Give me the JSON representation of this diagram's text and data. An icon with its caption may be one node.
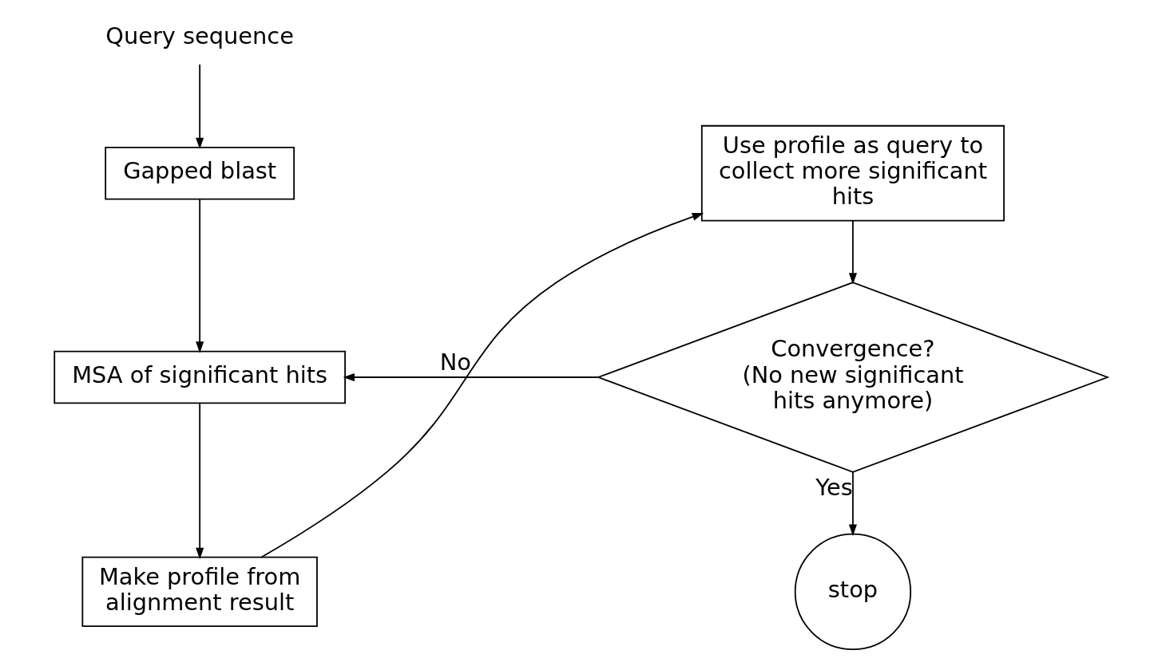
{
  "diagram": {
    "nodes": [
      {
        "text": [
          "Query sequence"
        ]
      },
      {
        "text": [
          "Gapped blast"
        ]
      },
      {
        "text": [
          "MSA of significant hits"
        ]
      },
      {
        "text": [
          "Make profile from alignment result"
        ]
      },
      {
        "text": [
          "Use profile as query to collect more significant hits"
        ]
      },
      {
        "text": [
          "Convergence?",
          "(No new significant hits anymore)"
        ]
      },
      {
        "text": [
          "stop"
        ]
      }
    ],
    "edges": [
      {
        "from": 0,
        "to": 1,
        "arrow": "to"
      },
      {
        "from": 1,
        "to": 2,
        "arrow": "to"
      },
      {
        "from": 2,
        "to": 3,
        "arrow": "to"
      },
      {
        "from": 3,
        "to": 4,
        "arrow": "to"
      },
      {
        "from": 4,
        "to": 5,
        "arrow": "to"
      },
      {
        "from": 5,
        "to": 2,
        "arrow": "to",
        "label": "No"
      },
      {
        "from": 5,
        "to": 6,
        "arrow": "to",
        "label": "Yes"
      }
    ]
  }
}
